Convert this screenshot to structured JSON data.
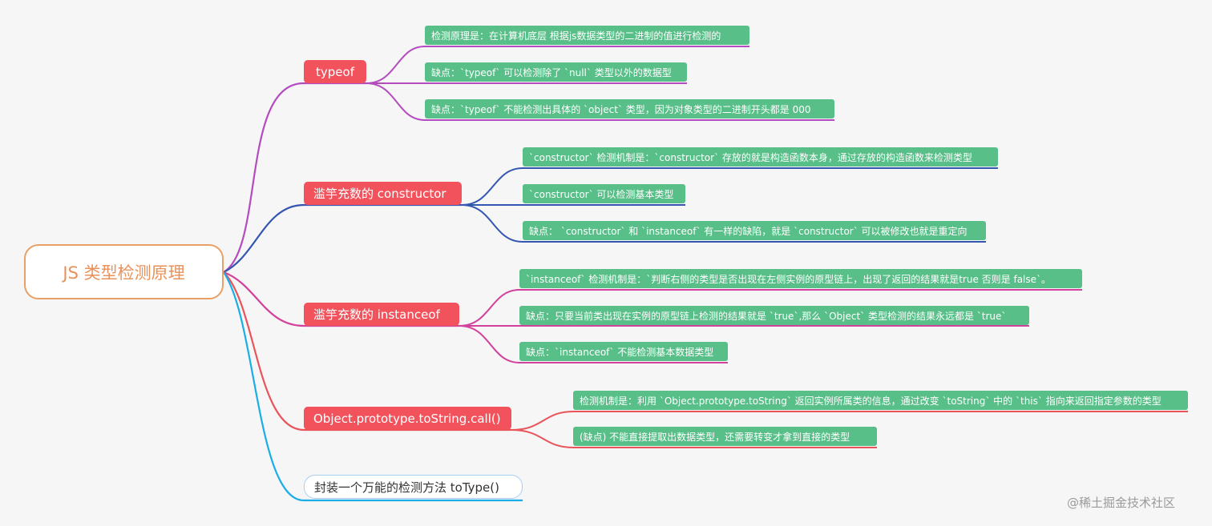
{
  "colors": {
    "branch_fill": "#f2525b",
    "leaf_fill": "#58bf88",
    "root_border": "#e8a066",
    "edge_typeof": "#b44cbf",
    "edge_constructor": "#3556b0",
    "edge_instanceof": "#d2419b",
    "edge_tostring": "#e9545a",
    "edge_totype": "#1aaee8"
  },
  "root": {
    "label": "JS 类型检测原理"
  },
  "branches": [
    {
      "label": "typeof",
      "leaves": [
        "检测原理是：在计算机底层 根据js数据类型的二进制的值进行检测的",
        "缺点：`typeof` 可以检测除了 `null` 类型以外的数据型",
        "缺点：`typeof` 不能检测出具体的 `object` 类型，因为对象类型的二进制开头都是 000"
      ]
    },
    {
      "label": "滥竽充数的 constructor",
      "leaves": [
        "`constructor` 检测机制是：`constructor` 存放的就是构造函数本身，通过存放的构造函数来检测类型",
        "`constructor` 可以检测基本类型",
        "缺点： `constructor` 和 `instanceof` 有一样的缺陷，就是 `constructor` 可以被修改也就是重定向"
      ]
    },
    {
      "label": "滥竽充数的 instanceof",
      "leaves": [
        "`instanceof` 检测机制是：`判断右侧的类型是否出现在左侧实例的原型链上，出现了返回的结果就是true 否则是 false`。",
        "缺点：只要当前类出现在实例的原型链上检测的结果就是 `true`,那么 `Object` 类型检测的结果永远都是 `true`",
        "缺点：`instanceof` 不能检测基本数据类型"
      ]
    },
    {
      "label": "Object.prototype.toString.call()",
      "leaves": [
        "检测机制是：利用 `Object.prototype.toString` 返回实例所属类的信息，通过改变 `toString` 中的 `this` 指向来返回指定参数的类型",
        "(缺点) 不能直接提取出数据类型，还需要转变才拿到直接的类型"
      ]
    },
    {
      "label": "封装一个万能的检测方法 toType()",
      "leaves": []
    }
  ],
  "watermark": "@稀土掘金技术社区"
}
